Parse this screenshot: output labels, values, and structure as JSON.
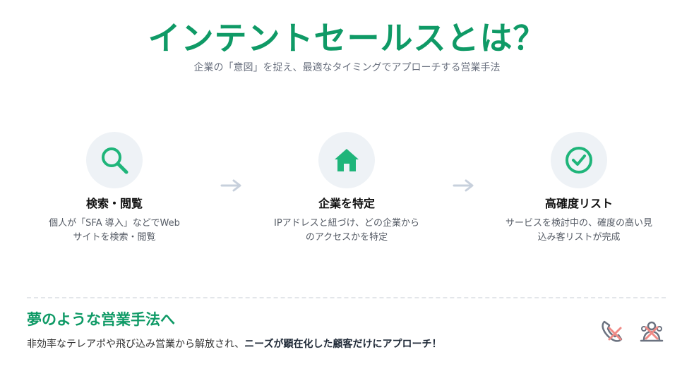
{
  "header": {
    "title": "インテントセールスとは？",
    "subtitle": "企業の「意図」を捉え、最適なタイミングでアプローチする営業手法"
  },
  "steps": [
    {
      "icon": "search-icon",
      "title": "検索・閲覧",
      "desc_line1": "個人が「SFA 導入」などでWeb",
      "desc_line2": "サイトを検索・閲覧"
    },
    {
      "icon": "building-icon",
      "title": "企業を特定",
      "desc_line1": "IPアドレスと紐づけ、どの企業から",
      "desc_line2": "のアクセスかを特定"
    },
    {
      "icon": "check-circle-icon",
      "title": "高確度リスト",
      "desc_line1": "サービスを検討中の、確度の高い見",
      "desc_line2": "込み客リストが完成"
    }
  ],
  "footer": {
    "title": "夢のような営業手法へ",
    "text_normal": "非効率なテレアポや飛び込み営業から解放され、",
    "text_bold": "ニーズが顕在化した顧客だけにアプローチ！",
    "icons": [
      "no-phone-icon",
      "no-visit-icon"
    ]
  },
  "colors": {
    "accent": "#0f9a66",
    "icon_green": "#1fb57a",
    "icon_bg": "#eef2f6",
    "arrow": "#c7d0dc",
    "cross": "#f08a86"
  }
}
